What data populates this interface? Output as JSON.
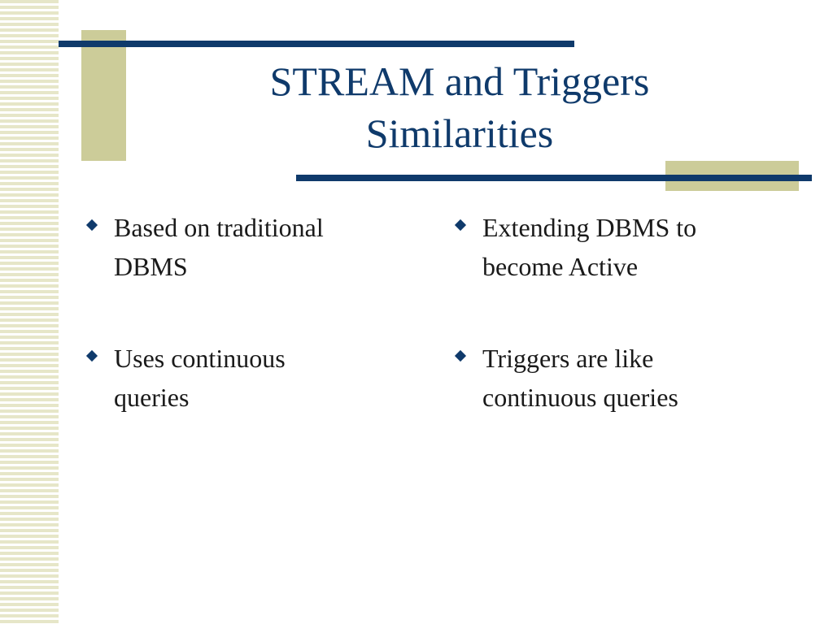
{
  "slide": {
    "title_line1": "STREAM and Triggers",
    "title_line2": "Similarities",
    "left_column": [
      {
        "text_line1": "Based on traditional",
        "text_line2": "DBMS",
        "icon": "diamond-bullet-icon"
      },
      {
        "text_line1": "Uses continuous",
        "text_line2": "queries",
        "icon": "diamond-bullet-icon"
      }
    ],
    "right_column": [
      {
        "text_line1": "Extending DBMS to",
        "text_line2": "become Active",
        "icon": "diamond-bullet-icon"
      },
      {
        "text_line1": "Triggers are like",
        "text_line2": "continuous queries",
        "icon": "diamond-bullet-icon"
      }
    ]
  },
  "colors": {
    "title": "#0f3a6b",
    "accent_line": "#0f3a6b",
    "accent_block": "#cccc99",
    "stripe": "#e6e6c8",
    "body_text": "#1a1a1a"
  }
}
